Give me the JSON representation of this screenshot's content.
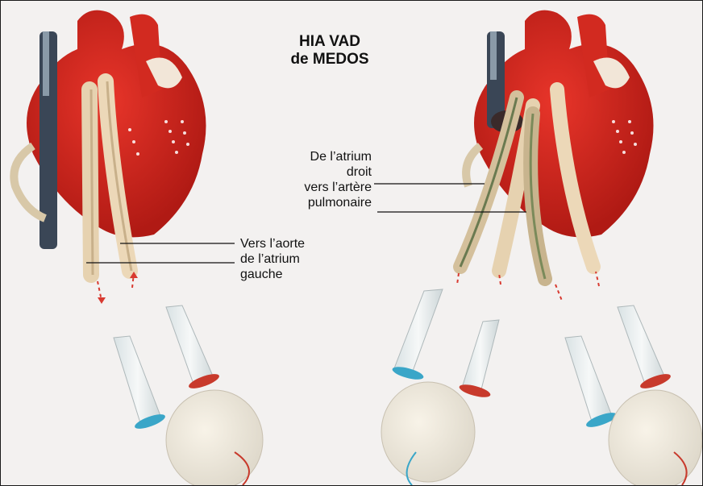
{
  "title": {
    "line1": "HIA VAD",
    "line2": "de MEDOS"
  },
  "left_labels": {
    "line1": "Vers l’aorte",
    "line2": "de l’atrium",
    "line3": "gauche"
  },
  "right_labels": {
    "line1": "De l’atrium",
    "line2": "droit",
    "line3": "vers l’artère",
    "line4": "pulmonaire"
  },
  "colors": {
    "heart": "#d8261c",
    "heart_dark": "#a81812",
    "cannula": "#e8d4b4",
    "pump_body": "#ece8df",
    "ring_blue": "#3aa6c8",
    "ring_red": "#c83a2c"
  }
}
